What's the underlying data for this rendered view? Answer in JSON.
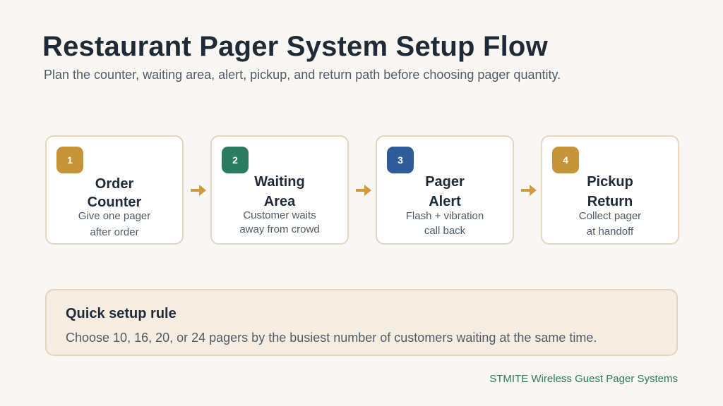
{
  "title": "Restaurant Pager System Setup Flow",
  "subtitle": "Plan the counter, waiting area, alert, pickup, and return path before choosing pager quantity.",
  "steps": [
    {
      "number": "1",
      "title_lines": [
        "Order",
        "Counter"
      ],
      "desc_lines": [
        "Give one pager",
        "after order"
      ],
      "color": "#c69539"
    },
    {
      "number": "2",
      "title_lines": [
        "Waiting",
        "Area"
      ],
      "desc_lines": [
        "Customer waits",
        "away from crowd"
      ],
      "color": "#2c7a5f"
    },
    {
      "number": "3",
      "title_lines": [
        "Pager",
        "Alert"
      ],
      "desc_lines": [
        "Flash + vibration",
        "call back"
      ],
      "color": "#2e5c99"
    },
    {
      "number": "4",
      "title_lines": [
        "Pickup",
        "Return"
      ],
      "desc_lines": [
        "Collect pager",
        "at handoff"
      ],
      "color": "#c69539"
    }
  ],
  "arrow_color": "#d39a3a",
  "rule": {
    "title": "Quick setup rule",
    "text": "Choose 10, 16, 20, or 24 pagers by the busiest number of customers waiting at the same time."
  },
  "footer": "STMITE Wireless Guest Pager Systems"
}
